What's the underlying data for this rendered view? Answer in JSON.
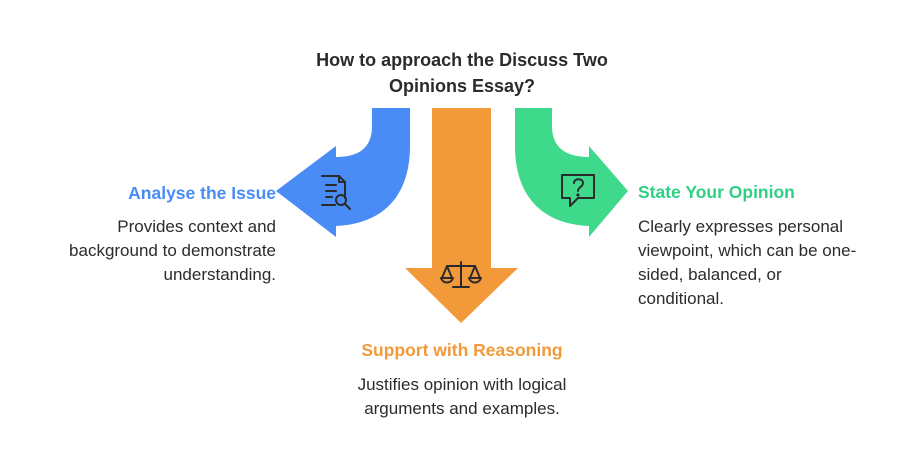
{
  "title_lines": [
    "How to approach the Discuss Two",
    "Opinions Essay?"
  ],
  "colors": {
    "left": "#4a8cf6",
    "center": "#f29a3a",
    "right": "#3fd98c",
    "text": "#2b2b2b"
  },
  "branches": {
    "left": {
      "heading": "Analyse the Issue",
      "desc_lines": [
        "Provides context and",
        "background to demonstrate",
        "understanding."
      ],
      "icon": "document-search-icon"
    },
    "center": {
      "heading": "Support with Reasoning",
      "desc_lines": [
        "Justifies opinion with logical",
        "arguments and examples."
      ],
      "icon": "balance-scale-icon"
    },
    "right": {
      "heading": "State Your Opinion",
      "desc_lines": [
        "Clearly expresses personal",
        "viewpoint, which can be one-",
        "sided, balanced, or",
        "conditional."
      ],
      "icon": "question-bubble-icon"
    }
  }
}
